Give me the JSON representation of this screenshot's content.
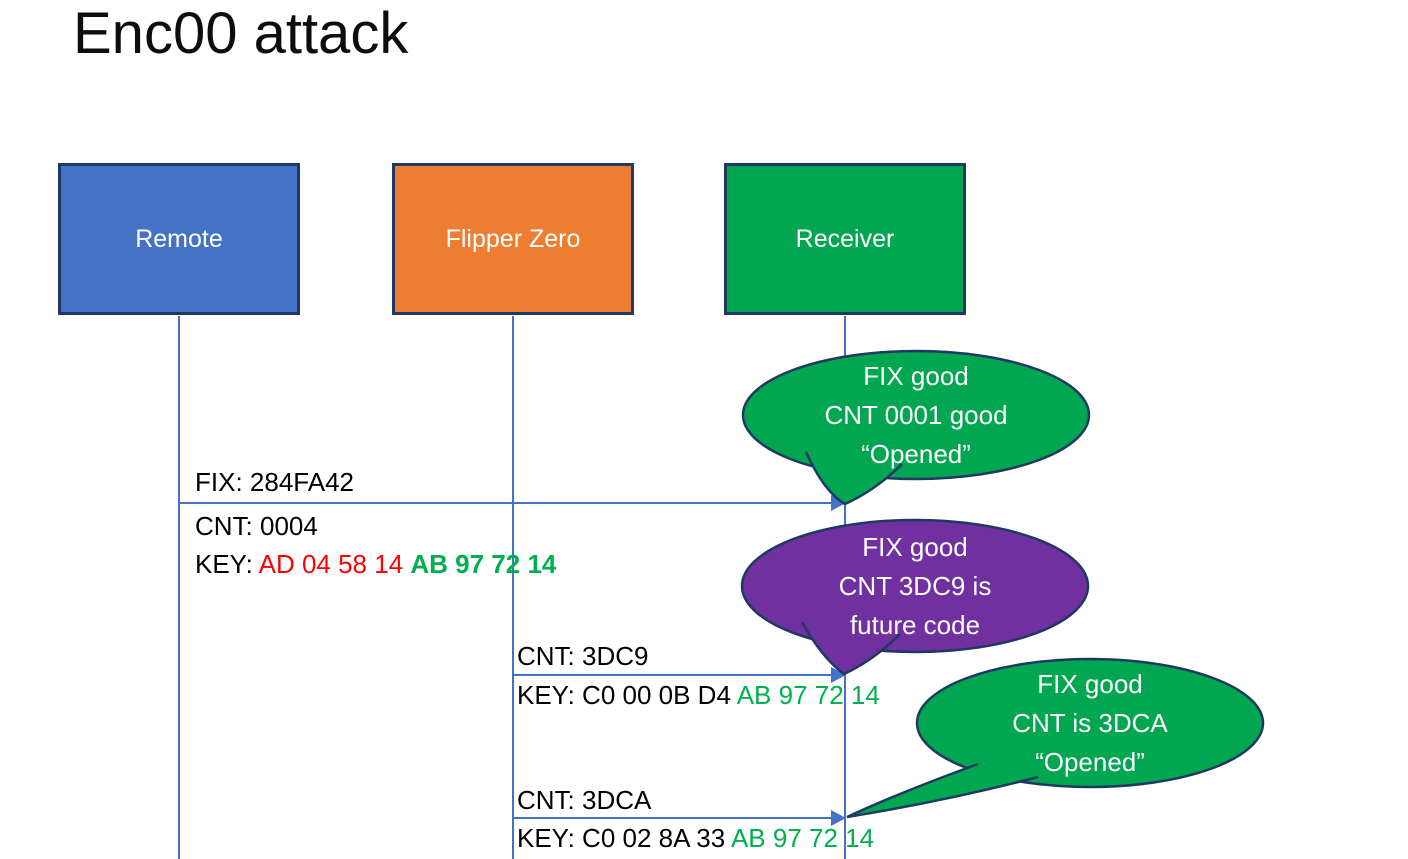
{
  "title": "Enc00 attack",
  "actors": [
    {
      "label": "Remote",
      "color": "#4472C4"
    },
    {
      "label": "Flipper Zero",
      "color": "#ED7D31"
    },
    {
      "label": "Receiver",
      "color": "#00A650"
    }
  ],
  "messages": [
    {
      "above": "FIX: 284FA42",
      "below": "CNT: 0004",
      "key_prefix": "KEY: ",
      "key_red": "AD 04 58 14 ",
      "key_green": "AB 97 72 14"
    },
    {
      "above": "CNT: 3DC9",
      "key_prefix": "KEY: C0 00 0B D4 ",
      "key_green": "AB 97 72 14"
    },
    {
      "above": "CNT: 3DCA",
      "key_prefix": "KEY: C0 02 8A 33 ",
      "key_green": "AB 97 72 14"
    }
  ],
  "callouts": [
    {
      "lines": [
        "FIX good",
        "CNT 0001 good",
        "“Opened”"
      ],
      "color": "#00A650"
    },
    {
      "lines": [
        "FIX good",
        "CNT 3DC9 is",
        "future code"
      ],
      "color": "#7030A0"
    },
    {
      "lines": [
        "FIX good",
        "CNT is 3DCA",
        "“Opened”"
      ],
      "color": "#00A650"
    }
  ],
  "colors": {
    "remote_fill": "#4472C4",
    "flipper_fill": "#ED7D31",
    "receiver_fill": "#00A650",
    "callout_green": "#00A650",
    "callout_purple": "#7030A0",
    "shape_border": "#1F3864",
    "arrow_blue": "#4472C4",
    "key_red": "#FF0000",
    "key_green": "#00B050",
    "text_dark": "#000000",
    "text_light": "#FFFFFF"
  }
}
